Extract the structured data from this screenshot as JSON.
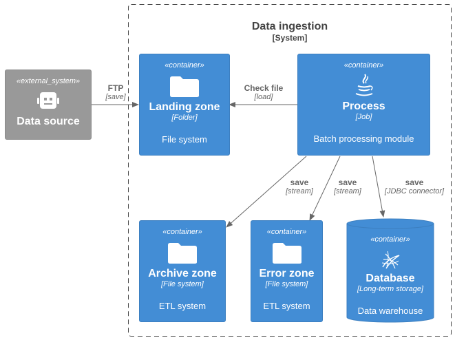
{
  "boundary": {
    "title": "Data ingestion",
    "type": "[System]"
  },
  "external": {
    "stereotype": "«external_system»",
    "title": "Data source",
    "icon": "robot-icon"
  },
  "containers": {
    "landing": {
      "stereotype": "«container»",
      "title": "Landing zone",
      "tech": "[Folder]",
      "desc": "File system",
      "icon": "folder-icon"
    },
    "process": {
      "stereotype": "«container»",
      "title": "Process",
      "tech": "[Job]",
      "desc": "Batch processing module",
      "icon": "java-icon"
    },
    "archive": {
      "stereotype": "«container»",
      "title": "Archive zone",
      "tech": "[File system]",
      "desc": "ETL system",
      "icon": "folder-icon"
    },
    "error": {
      "stereotype": "«container»",
      "title": "Error zone",
      "tech": "[File system]",
      "desc": "ETL system",
      "icon": "folder-icon"
    },
    "database": {
      "stereotype": "«container»",
      "title": "Database",
      "tech": "[Long-term storage]",
      "desc": "Data warehouse",
      "icon": "sql-server-icon"
    }
  },
  "relations": {
    "ftp": {
      "label": "FTP",
      "tech": "[save]"
    },
    "check": {
      "label": "Check file",
      "tech": "[load]"
    },
    "save_archive": {
      "label": "save",
      "tech": "[stream]"
    },
    "save_error": {
      "label": "save",
      "tech": "[stream]"
    },
    "save_db": {
      "label": "save",
      "tech": "[JDBC connector]"
    }
  },
  "colors": {
    "container": "#438DD5",
    "external": "#999999",
    "arrow": "#666666",
    "boundary": "#444444"
  }
}
